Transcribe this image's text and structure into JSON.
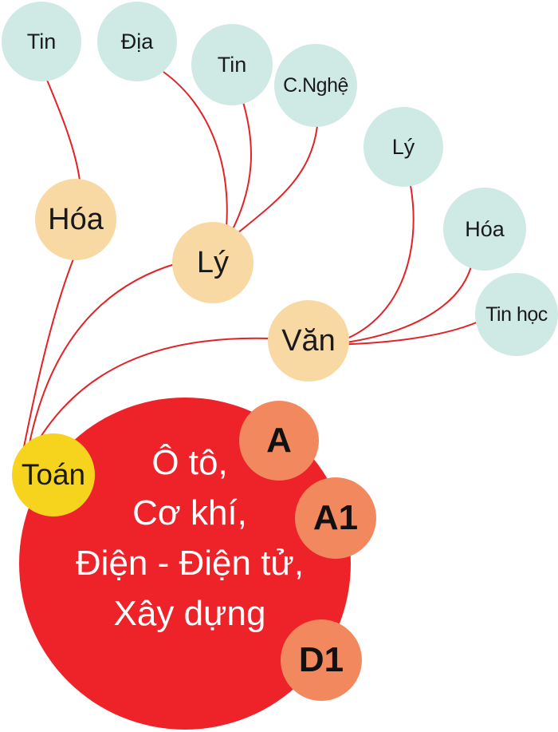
{
  "core": {
    "lines": [
      "Ô tô,",
      "Cơ khí,",
      "Điện - Điện tử,",
      "Xây dựng"
    ],
    "color": "#ee2329"
  },
  "hub": {
    "label": "Toán",
    "color": "#f6d31c"
  },
  "subjects": {
    "hoa": {
      "label": "Hóa"
    },
    "ly": {
      "label": "Lý"
    },
    "van": {
      "label": "Văn"
    },
    "color": "#f9d9a3"
  },
  "leaves": {
    "hoa_tin": {
      "label": "Tin"
    },
    "ly_dia": {
      "label": "Địa"
    },
    "ly_tin": {
      "label": "Tin"
    },
    "ly_cnghe": {
      "label": "C.Nghệ"
    },
    "van_ly": {
      "label": "Lý"
    },
    "van_hoa": {
      "label": "Hóa"
    },
    "van_tinhoc": {
      "label": "Tin học"
    },
    "color": "#cfe9e5"
  },
  "blocks": {
    "a": {
      "label": "A"
    },
    "a1": {
      "label": "A1"
    },
    "d1": {
      "label": "D1"
    },
    "color": "#f2895e"
  },
  "connector_color": "#e32227"
}
